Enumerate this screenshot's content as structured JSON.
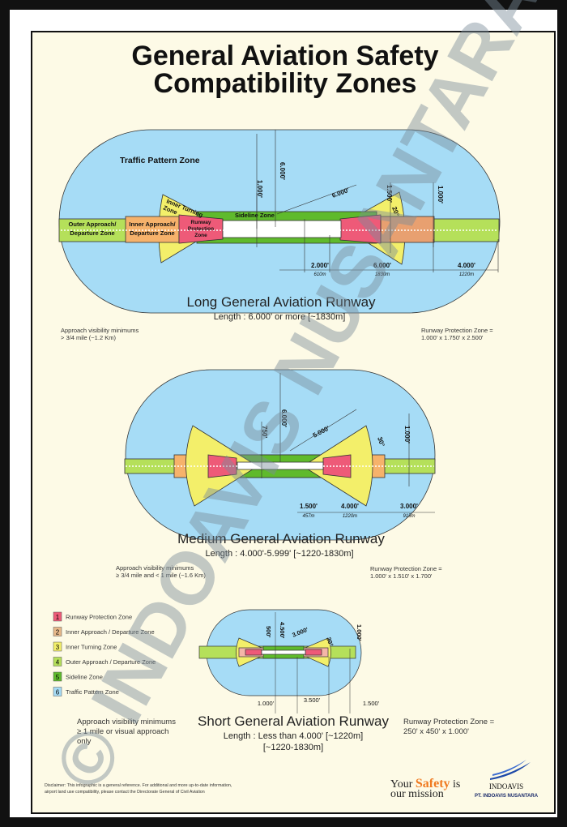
{
  "title": {
    "line1": "General Aviation Safety",
    "line2": "Compatibility Zones"
  },
  "colors": {
    "traffic": "#a6dcf6",
    "outer": "#b5e05a",
    "sideline": "#5fba2c",
    "inner_approach": "#f6b26b",
    "rpz": "#ee5a78",
    "turning": "#f3ef6a",
    "runway": "#ffffff",
    "background": "#fdfae6"
  },
  "long": {
    "zone_labels": {
      "traffic": "Traffic Pattern Zone",
      "turning": [
        "Inner Turning",
        "Zone"
      ],
      "sideline": "Sideline Zone",
      "outer": [
        "Outer Approach/",
        "Departure Zone"
      ],
      "inner": [
        "Inner Approach/",
        "Departure Zone"
      ],
      "rpz": [
        "Runway",
        "Protection",
        "Zone"
      ]
    },
    "dims": {
      "v1": "1.000'",
      "v2": "6.000'",
      "diag": "6.000'",
      "angle": "20°",
      "v3": "1.500'",
      "v4": "1.000'",
      "h1": "2.000'",
      "h1m": "610m",
      "h2": "6.000'",
      "h2m": "1830m",
      "h3": "4.000'",
      "h3m": "1220m"
    },
    "name": "Long General Aviation Runway",
    "length": "Length : 6.000' or more [~1830m]",
    "visibility": [
      "Approach visibility minimums",
      "> 3/4 mile (~1.2 Km)"
    ],
    "rpz_size": [
      "Runway Protection Zone =",
      "1.000' x 1.750' x 2.500'"
    ]
  },
  "medium": {
    "dims": {
      "v1": "750'",
      "v2": "6.000'",
      "diag": "5.000'",
      "angle": "30°",
      "v3": "1.000'",
      "h1": "1.500'",
      "h1m": "457m",
      "h2": "4.000'",
      "h2m": "1220m",
      "h3": "3.000'",
      "h3m": "915m"
    },
    "name": "Medium General Aviation Runway",
    "length": "Length : 4.000'-5.999' [~1220-1830m]",
    "visibility": [
      "Approach visibility minimums",
      "≥ 3/4 mile and < 1 mile (~1.6 Km)"
    ],
    "rpz_size": [
      "Runway Protection Zone =",
      "1.000' x 1.510' x 1.700'"
    ]
  },
  "short": {
    "dims": {
      "v1": "500'",
      "v2": "4.500'",
      "diag": "3.000'",
      "angle": "30°",
      "v3": "1.000'",
      "h1": "1.000'",
      "h2": "3.500'",
      "h3": "1.500'"
    },
    "name": "Short General Aviation Runway",
    "length": "Length : Less than 4.000' [~1220m]",
    "length2": "[~1220-1830m]",
    "visibility": [
      "Approach visibility minimums",
      "≥ 1 mile or visual approach",
      "only"
    ],
    "rpz_size": [
      "Runway Protection Zone =",
      "250' x 450' x 1.000'"
    ]
  },
  "legend": [
    {
      "num": "1",
      "label": "Runway Protection Zone",
      "color": "#ee5a78"
    },
    {
      "num": "2",
      "label": "Inner Approach / Departure Zone",
      "color": "#e8b98a"
    },
    {
      "num": "3",
      "label": "Inner Turning Zone",
      "color": "#f3ef6a"
    },
    {
      "num": "4",
      "label": "Outer Approach / Departure Zone",
      "color": "#b5e05a"
    },
    {
      "num": "5",
      "label": "Sideline Zone",
      "color": "#5fba2c"
    },
    {
      "num": "6",
      "label": "Traffic Pattern Zone",
      "color": "#a6dcf6"
    }
  ],
  "disclaimer": [
    "Disclaimer: This infographic is a general reference. For additional and more up-to-date information,",
    "airport land use compatibility, please contact the Directorate General of Civil Aviation"
  ],
  "slogan": {
    "your": "Your",
    "safety": "Safety",
    "is": "is",
    "mission": "our mission"
  },
  "logo": {
    "name": "INDOAVIS",
    "company": "PT. INDOAVIS NUSANTARA"
  },
  "watermark": "© INDOAVIS NUSANTARA"
}
